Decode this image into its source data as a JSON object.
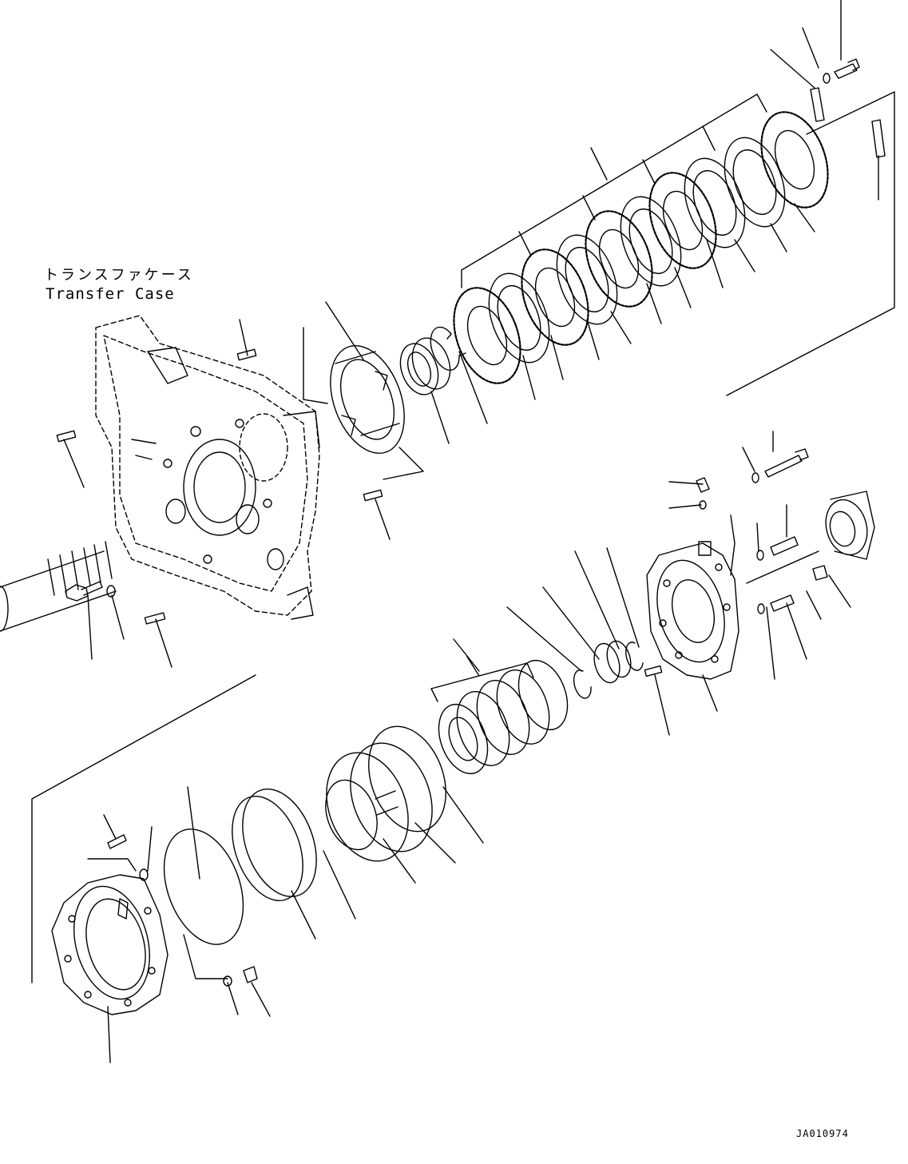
{
  "title": {
    "japanese": "トランスファケース",
    "english": "Transfer Case"
  },
  "drawing_code": "JA010974"
}
